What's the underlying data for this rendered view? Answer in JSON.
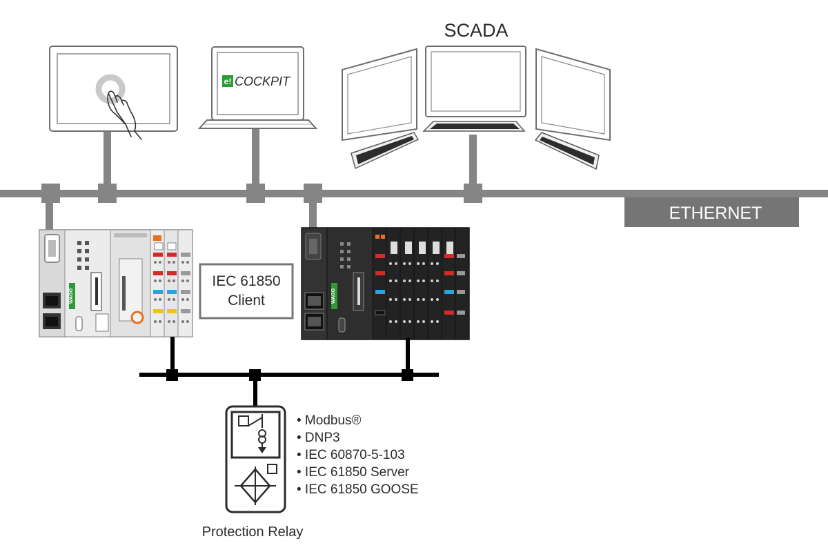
{
  "labels": {
    "scada": "SCADA",
    "ethernet": "ETHERNET",
    "cockpit_brand": "e!",
    "cockpit_name": "COCKPIT",
    "client_line1": "IEC 61850",
    "client_line2": "Client",
    "relay_title": "Protection Relay",
    "wago_logo": "WAGO"
  },
  "protocols": [
    "• Modbus®",
    "• DNP3",
    "• IEC 60870-5-103",
    "• IEC 61850 Server",
    "• IEC 61850 GOOSE"
  ],
  "colors": {
    "bus": "#858585",
    "label_bg": "#757575",
    "serial_bus": "#000000",
    "cockpit_green": "#2e9b36",
    "orange": "#e8701f",
    "red": "#d32a2a",
    "blue": "#2aa3dd",
    "yellow": "#f1c21b"
  },
  "icons": [
    "touch-panel-icon",
    "laptop-icon",
    "scada-monitor-icon",
    "keyboard-icon",
    "plc-controller-icon",
    "protection-relay-icon",
    "circuit-breaker-icon",
    "transformer-icon",
    "arrow-cross-icon"
  ]
}
